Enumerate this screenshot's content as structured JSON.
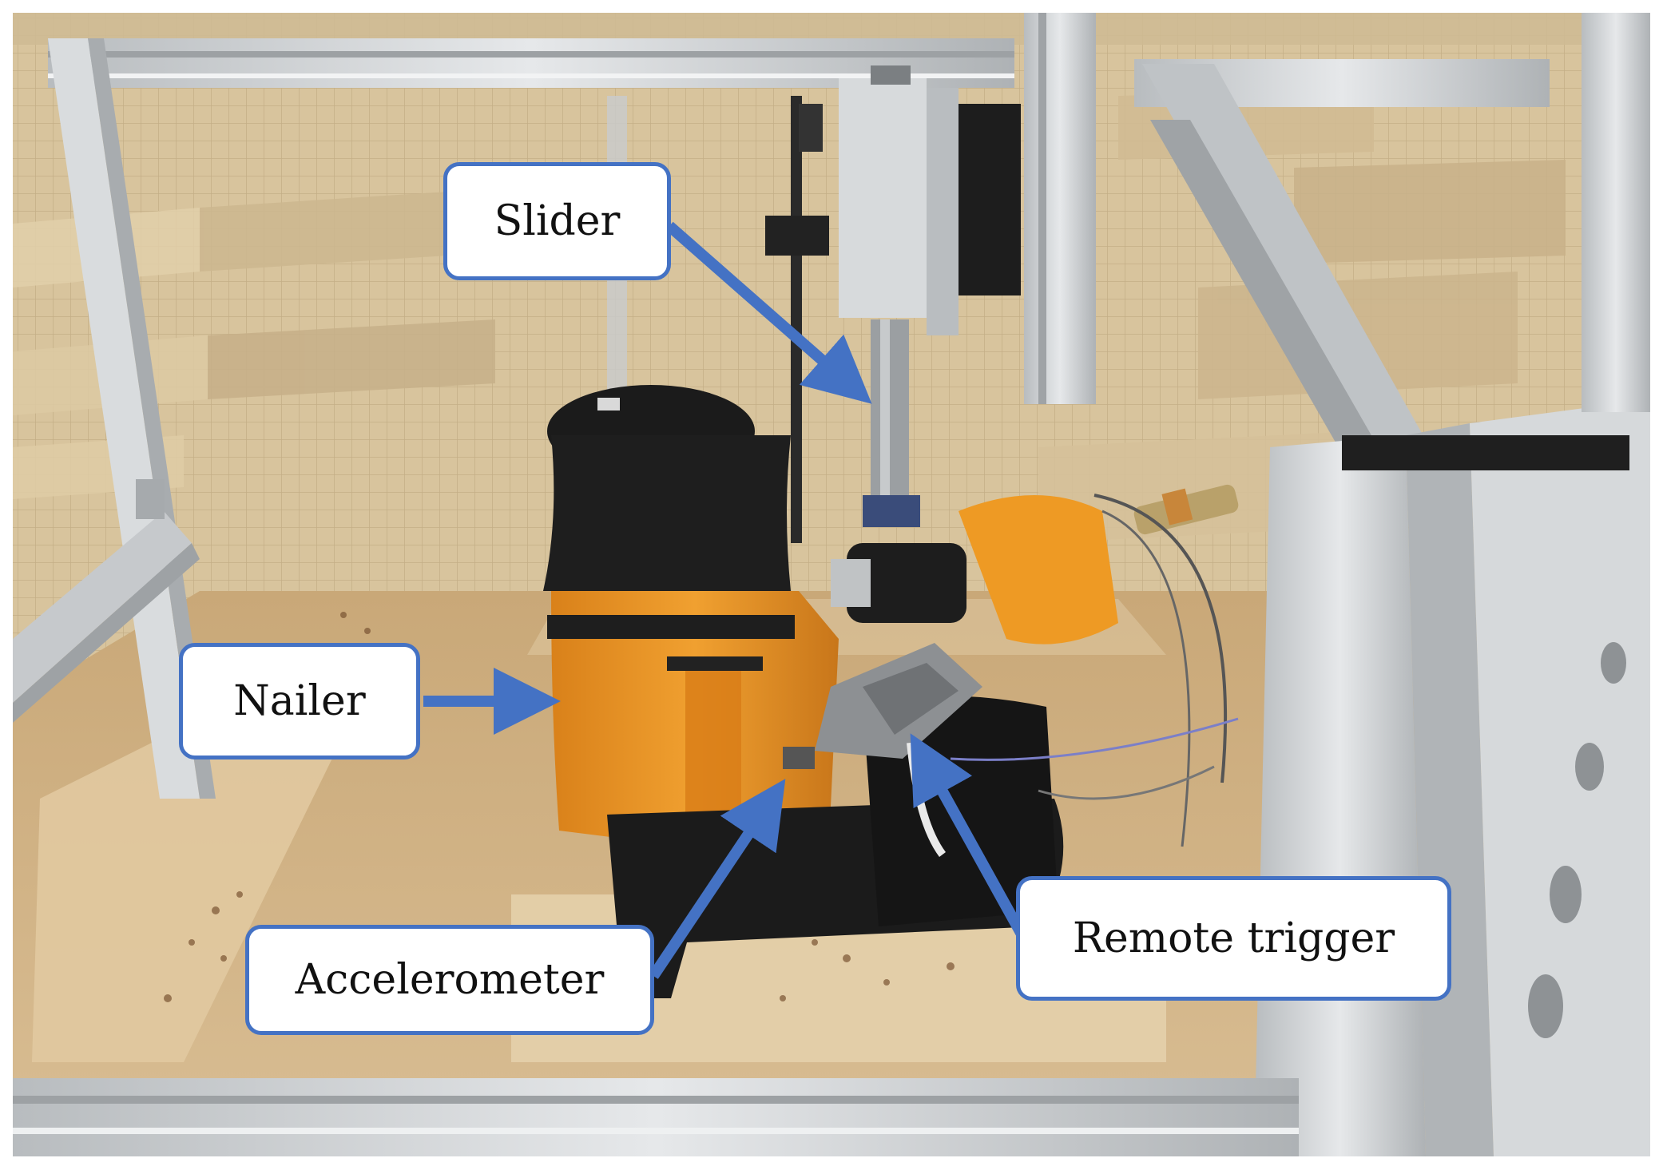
{
  "figure": {
    "callouts": {
      "slider": "Slider",
      "nailer": "Nailer",
      "accelerometer": "Accelerometer",
      "remote_trigger": "Remote trigger"
    }
  },
  "colors": {
    "callout_border": "#4472c4",
    "arrow": "#4472c4",
    "nailer_orange": "#e8961e",
    "nailer_black": "#1c1c1c",
    "frame_aluminum": "#cfd2d4",
    "background_foam": "#d6c29a",
    "plywood_floor": "#d2b58a"
  },
  "scene_objects": [
    "aluminum-test-frame",
    "acoustic-foam-wall",
    "coil-nailer",
    "slider-rod",
    "accelerometer",
    "remote-trigger",
    "plywood-base",
    "air-hose-fitting"
  ]
}
